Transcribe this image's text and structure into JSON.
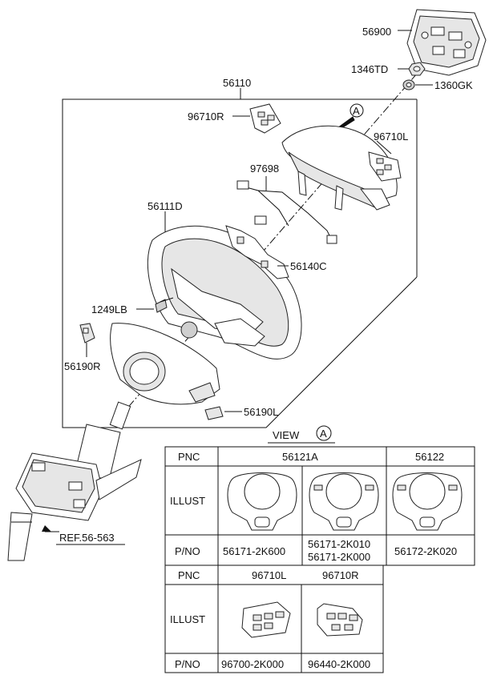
{
  "callouts": {
    "p56900": "56900",
    "p1346TD": "1346TD",
    "p1360GK": "1360GK",
    "p56110": "56110",
    "p96710R": "96710R",
    "p96710L": "96710L",
    "p97698": "97698",
    "p56111D": "56111D",
    "p56140C": "56140C",
    "p1249LB": "1249LB",
    "p56190R": "56190R",
    "p56190L": "56190L",
    "ref": "REF.56-563",
    "view_marker": "A"
  },
  "view": {
    "title": "VIEW",
    "marker": "A"
  },
  "table": {
    "pnc_label": "PNC",
    "illust_label": "ILLUST",
    "pno_label": "P/NO",
    "row1": {
      "pnc_a": "56121A",
      "pnc_b": "56122"
    },
    "row1_pno": {
      "a1": "56171-2K600",
      "b1": "56171-2K010",
      "b2": "56171-2K000",
      "c1": "56172-2K020"
    },
    "row2": {
      "pnc_a": "96710L",
      "pnc_b": "96710R"
    },
    "row2_pno": {
      "a1": "96700-2K000",
      "b1": "96440-2K000"
    }
  }
}
